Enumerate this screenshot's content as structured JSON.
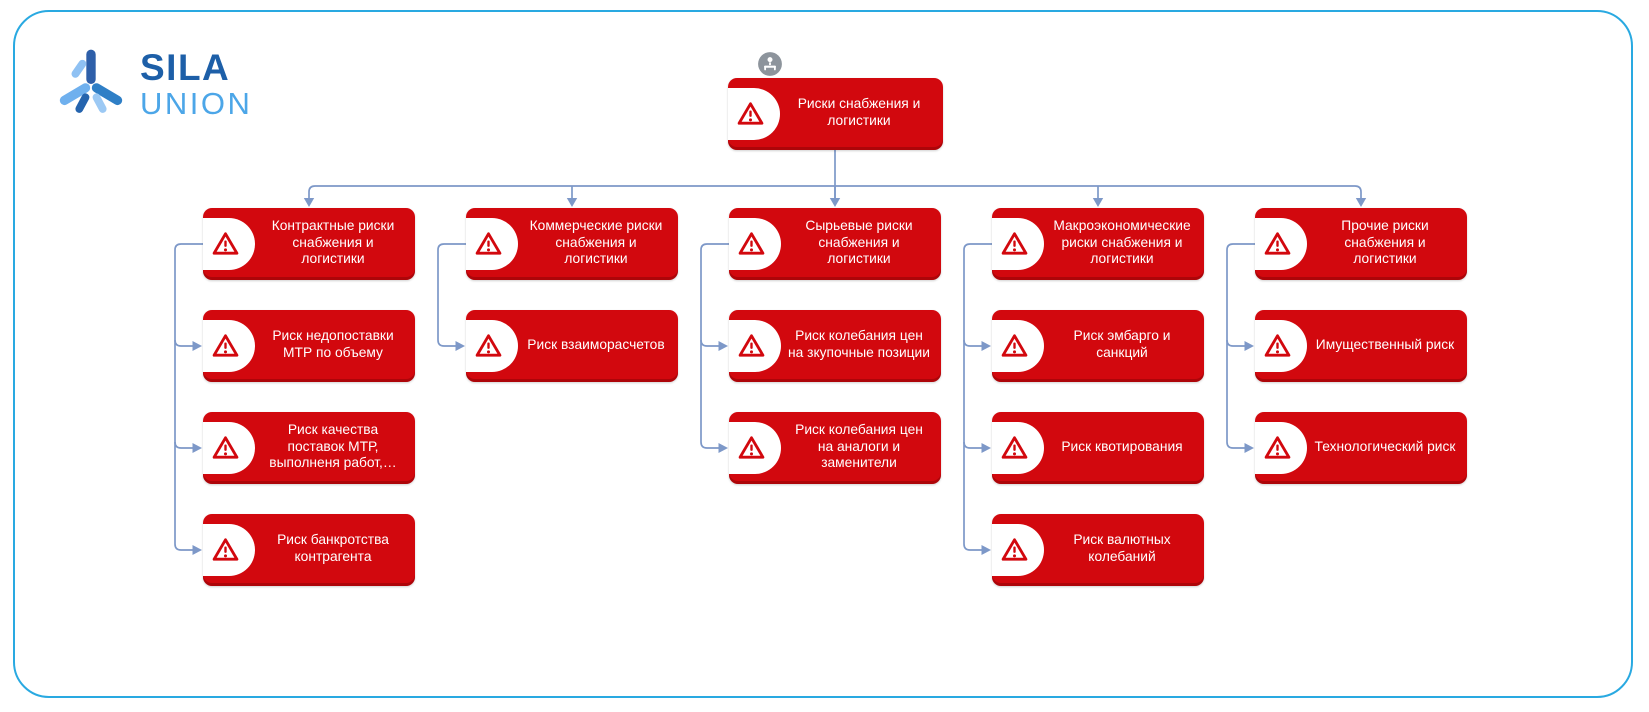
{
  "logo": {
    "sila": "SILA",
    "union": "UNION"
  },
  "root": {
    "label": "Риски снабжения и логистики",
    "icon": "warning-triangle-icon",
    "badge_icon": "hierarchy-badge-icon"
  },
  "columns": [
    {
      "header": "Контрактные риски снабжения и логистики",
      "children": [
        "Риск недопоставки МТР по объему",
        "Риск качества поставок МТР, выполненя работ,…",
        "Риск банкротства контрагента"
      ]
    },
    {
      "header": "Коммерческие риски снабжения и логистики",
      "children": [
        "Риск взаиморасчетов"
      ]
    },
    {
      "header": "Сырьевые риски снабжения и логистики",
      "children": [
        "Риск колебания цен на зкупочные позиции",
        "Риск колебания цен на аналоги и заменители"
      ]
    },
    {
      "header": "Макроэкономические риски снабжения и логистики",
      "children": [
        "Риск эмбарго и санкций",
        "Риск квотирования",
        "Риск валютных колебаний"
      ]
    },
    {
      "header": "Прочие риски снабжения и логистики",
      "children": [
        "Имущественный риск",
        "Технологический риск"
      ]
    }
  ],
  "icons": {
    "node_icon": "warning-triangle-icon",
    "root_badge": "hierarchy-badge-icon",
    "logo_icon": "sila-union-star-icon"
  },
  "colors": {
    "node_red": "#d2080e",
    "node_text": "#ffffff",
    "connector_blue": "#7d98c8",
    "frame_cyan": "#29a9e1",
    "badge_gray": "#8d949c",
    "logo_dark_blue": "#1d5fa8",
    "logo_light_blue": "#4ca6e8"
  }
}
